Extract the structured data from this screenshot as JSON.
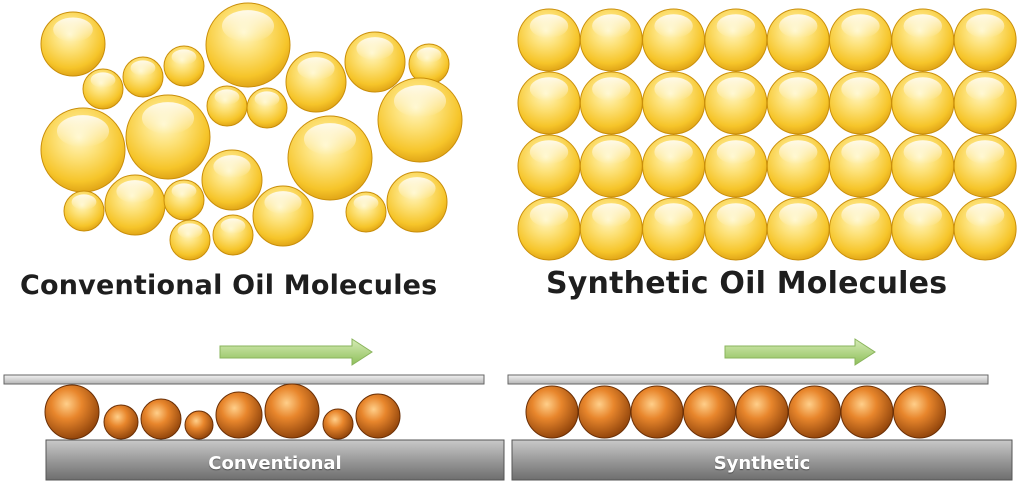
{
  "conventional": {
    "heading": "Conventional Oil Molecules",
    "base_label": "Conventional"
  },
  "synthetic": {
    "heading": "Synthetic Oil Molecules",
    "base_label": "Synthetic"
  },
  "colors": {
    "oil_molecule": "#f6c52a",
    "oil_molecule_highlight": "#fff6c4",
    "friction_molecule": "#e8862c",
    "plate": "#9a9a9a",
    "arrow": "#a8cf7c"
  }
}
